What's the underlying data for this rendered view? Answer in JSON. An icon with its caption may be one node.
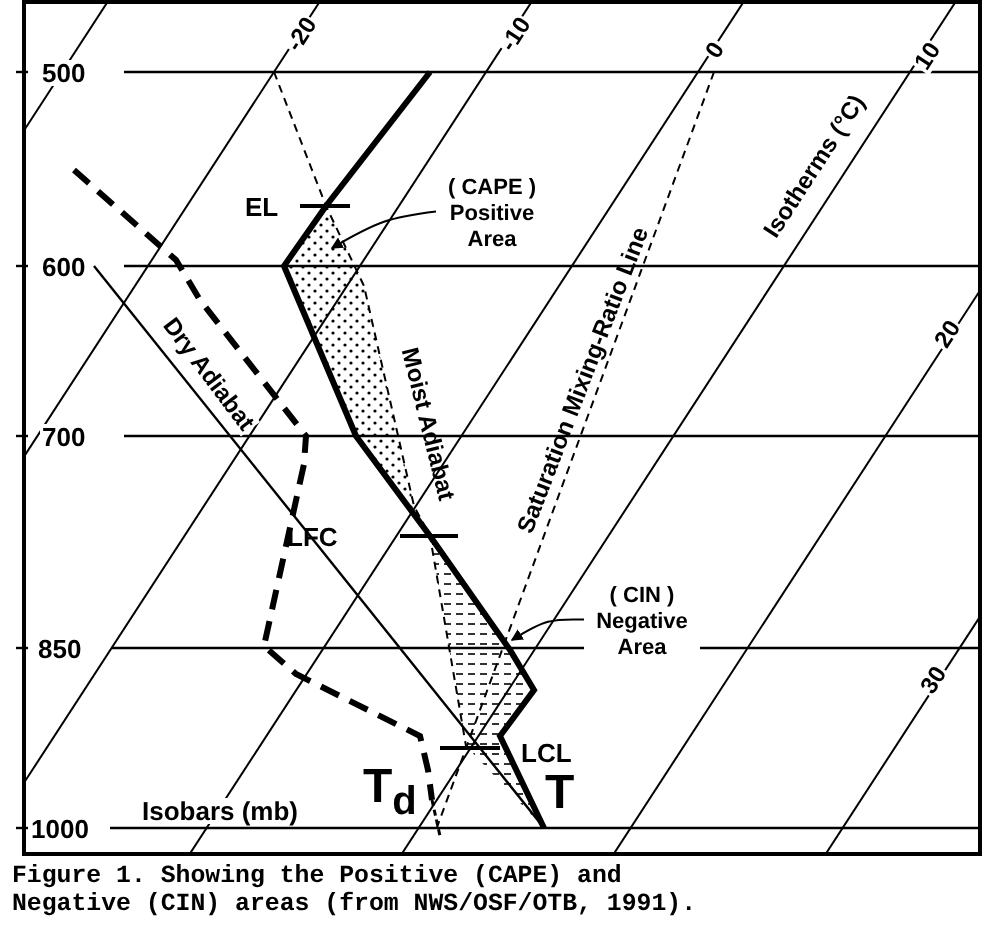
{
  "diagram": {
    "caption": "Figure 1. Showing the Positive (CAPE) and Negative (CIN) areas (from NWS/OSF/OTB, 1991).",
    "nodes": [
      {
        "text": [
          "( CAPE ) Positive Area"
        ]
      },
      {
        "text": [],
        "shape": "polygon"
      },
      {
        "text": [
          "( CIN ) Negative Area"
        ]
      },
      {
        "text": [],
        "shape": "polygon"
      }
    ],
    "edges": [
      {
        "from": 0,
        "to": 1,
        "arrow": "to"
      },
      {
        "from": 2,
        "to": 3,
        "arrow": "to"
      }
    ],
    "labels": [
      "-20",
      "-10",
      "0",
      "10",
      "500",
      "Isotherms (°C)",
      "EL",
      "600",
      "20",
      "Dry Adiabat",
      "Moist Adiabat",
      "Saturation Mixing-Ratio Line",
      "700",
      "LFC",
      "850",
      "30",
      "LCL",
      "T$_{d}$",
      "T",
      "Isobars (mb)",
      "1000"
    ]
  }
}
